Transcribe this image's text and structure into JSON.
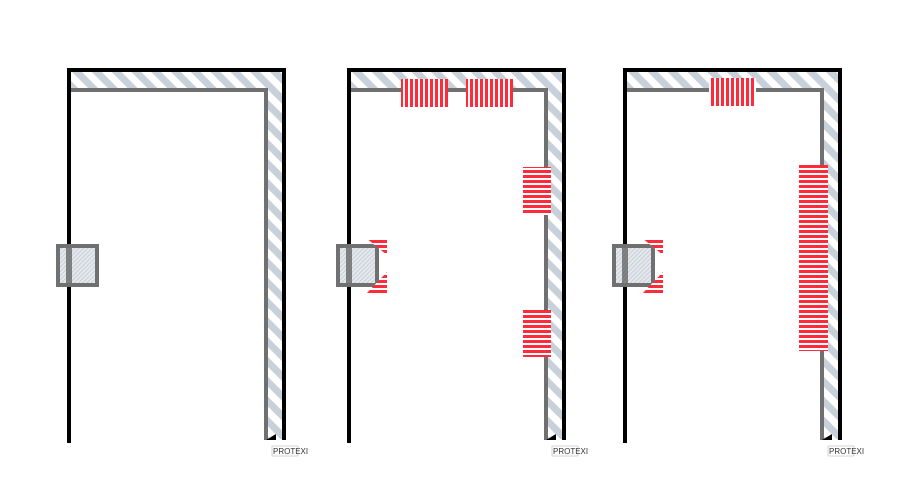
{
  "panels": [
    {
      "name": "room-plan-without-heaters",
      "label": "PROTEXI",
      "heaters": 0
    },
    {
      "name": "room-plan-four-heaters",
      "label": "PROTEXI",
      "heaters": 4
    },
    {
      "name": "room-plan-two-heaters",
      "label": "PROTEXI",
      "heaters": 2
    }
  ],
  "colors": {
    "wall": "#000000",
    "inner_wall": "#707070",
    "hatch": "#c8d0da",
    "heater": "#ff2a3a"
  }
}
